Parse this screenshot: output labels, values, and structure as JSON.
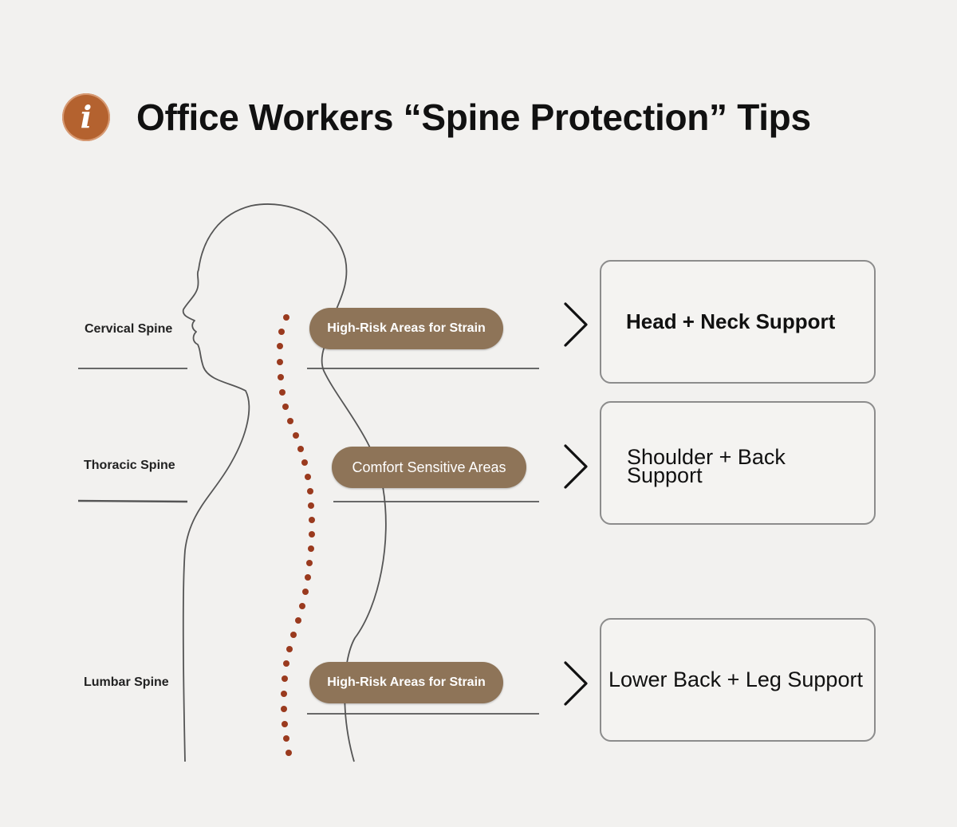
{
  "title": "Office Workers “Spine Protection” Tips",
  "icons": {
    "info": "info-icon",
    "chevron": "chevron-right-icon"
  },
  "colors": {
    "background": "#f2f1ef",
    "icon": "#b4622f",
    "pill": "#8e7458",
    "spine_dots": "#9a3a1e",
    "outline": "#555555"
  },
  "regions": [
    {
      "label": "Cervical Spine",
      "pill": "High-Risk Areas for Strain",
      "card_line1": "Head + Neck Support",
      "card_line2": ""
    },
    {
      "label": "Thoracic Spine",
      "pill": "Comfort Sensitive Areas",
      "card_line1": "Shoulder + Back",
      "card_line2": "Support"
    },
    {
      "label": "Lumbar Spine",
      "pill": "High-Risk Areas for Strain",
      "card_line1": "Lower Back + Leg Support",
      "card_line2": ""
    }
  ]
}
